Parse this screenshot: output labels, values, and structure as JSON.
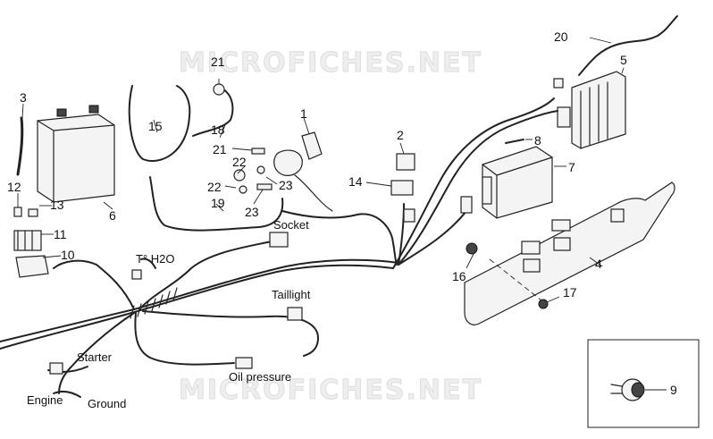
{
  "watermarks": [
    "MICROFICHES.NET",
    "MICROFICHES.NET"
  ],
  "callouts": {
    "n1": "1",
    "n2": "2",
    "n3": "3",
    "n4": "4",
    "n5": "5",
    "n6": "6",
    "n7": "7",
    "n8": "8",
    "n9": "9",
    "n10": "10",
    "n11": "11",
    "n12": "12",
    "n13": "13",
    "n14": "14",
    "n15": "15",
    "n16": "16",
    "n17": "17",
    "n18": "18",
    "n19": "19",
    "n20": "20",
    "n21a": "21",
    "n21b": "21",
    "n22a": "22",
    "n22b": "22",
    "n23a": "23",
    "n23b": "23"
  },
  "labels": {
    "socket": "Socket",
    "temp": "T° H2O",
    "taillight": "Taillight",
    "starter": "Starter",
    "engine": "Engine",
    "ground": "Ground",
    "oil_pressure": "Oil pressure"
  }
}
